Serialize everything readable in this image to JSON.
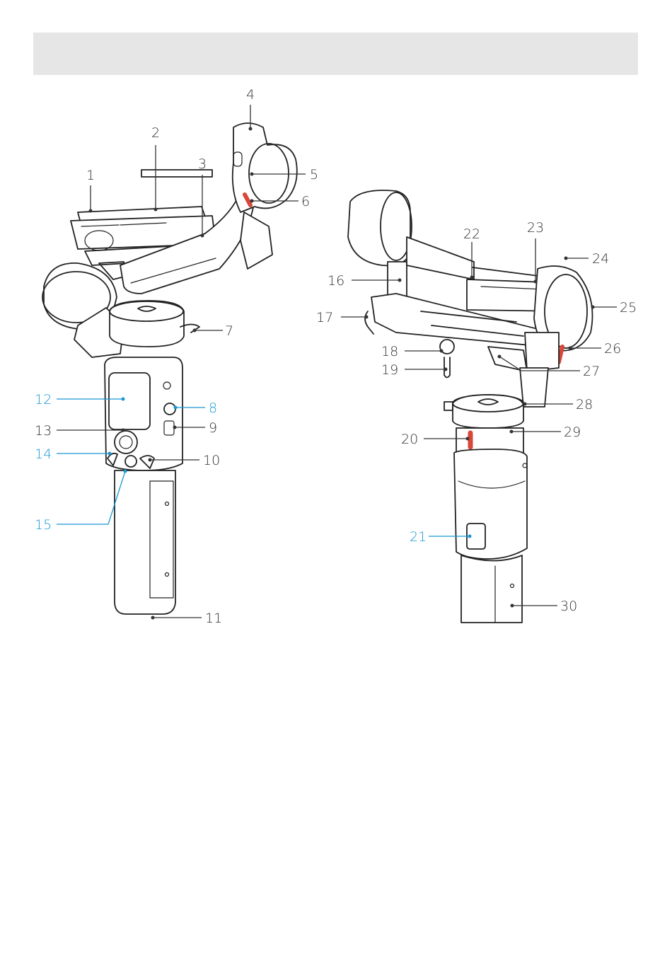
{
  "colors": {
    "header_bar": "#e6e6e6",
    "label_default": "#333333",
    "label_highlight": "#1a98d5",
    "accent_red": "#d9463a",
    "outline": "#222222"
  },
  "figures": [
    {
      "name": "gimbal-front-view",
      "callouts": [
        {
          "id": "c1",
          "label": "1",
          "highlight": false
        },
        {
          "id": "c2",
          "label": "2",
          "highlight": false
        },
        {
          "id": "c3",
          "label": "3",
          "highlight": false
        },
        {
          "id": "c4",
          "label": "4",
          "highlight": false
        },
        {
          "id": "c5",
          "label": "5",
          "highlight": false
        },
        {
          "id": "c6",
          "label": "6",
          "highlight": false
        },
        {
          "id": "c7",
          "label": "7",
          "highlight": false
        },
        {
          "id": "c8",
          "label": "8",
          "highlight": true
        },
        {
          "id": "c9",
          "label": "9",
          "highlight": false
        },
        {
          "id": "c10",
          "label": "10",
          "highlight": false
        },
        {
          "id": "c11",
          "label": "11",
          "highlight": false
        },
        {
          "id": "c12",
          "label": "12",
          "highlight": true
        },
        {
          "id": "c13",
          "label": "13",
          "highlight": false
        },
        {
          "id": "c14",
          "label": "14",
          "highlight": true
        },
        {
          "id": "c15",
          "label": "15",
          "highlight": true
        }
      ]
    },
    {
      "name": "gimbal-rear-view",
      "callouts": [
        {
          "id": "c16",
          "label": "16",
          "highlight": false
        },
        {
          "id": "c17",
          "label": "17",
          "highlight": false
        },
        {
          "id": "c18",
          "label": "18",
          "highlight": false
        },
        {
          "id": "c19",
          "label": "19",
          "highlight": false
        },
        {
          "id": "c20",
          "label": "20",
          "highlight": false
        },
        {
          "id": "c21",
          "label": "21",
          "highlight": true
        },
        {
          "id": "c22",
          "label": "22",
          "highlight": false
        },
        {
          "id": "c23",
          "label": "23",
          "highlight": false
        },
        {
          "id": "c24",
          "label": "24",
          "highlight": false
        },
        {
          "id": "c25",
          "label": "25",
          "highlight": false
        },
        {
          "id": "c26",
          "label": "26",
          "highlight": false
        },
        {
          "id": "c27",
          "label": "27",
          "highlight": false
        },
        {
          "id": "c28",
          "label": "28",
          "highlight": false
        },
        {
          "id": "c29",
          "label": "29",
          "highlight": false
        },
        {
          "id": "c30",
          "label": "30",
          "highlight": false
        }
      ]
    }
  ]
}
